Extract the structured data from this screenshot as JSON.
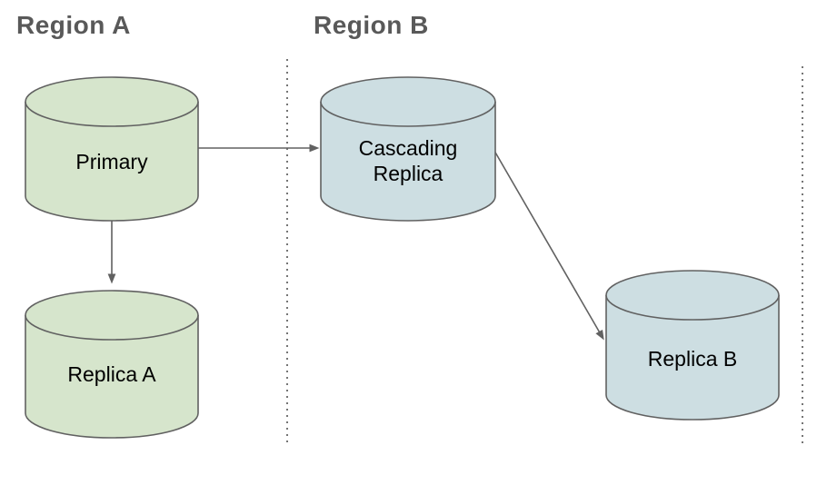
{
  "regions": [
    {
      "label": "Region A"
    },
    {
      "label": "Region B"
    }
  ],
  "nodes": [
    {
      "id": "primary",
      "label": "Primary",
      "shape": "database-cylinder",
      "region": "Region A"
    },
    {
      "id": "replica-a",
      "label": "Replica A",
      "shape": "database-cylinder",
      "region": "Region A"
    },
    {
      "id": "cascading-replica",
      "label": "Cascading Replica",
      "shape": "database-cylinder",
      "region": "Region B"
    },
    {
      "id": "replica-b",
      "label": "Replica B",
      "shape": "database-cylinder",
      "region": "Region B"
    }
  ],
  "edges": [
    {
      "from": "Primary",
      "to": "Cascading Replica",
      "style": "solid-arrow"
    },
    {
      "from": "Primary",
      "to": "Replica A",
      "style": "solid-arrow"
    },
    {
      "from": "Cascading Replica",
      "to": "Replica B",
      "style": "solid-arrow"
    }
  ],
  "colors": {
    "region_a_node_fill": "#d6e5cc",
    "region_b_node_fill": "#cddee2",
    "node_stroke": "#616161",
    "edge_stroke": "#616161",
    "region_label_text": "#595959",
    "node_label_text": "#000000",
    "divider_dots": "#757575",
    "background": "#ffffff"
  }
}
